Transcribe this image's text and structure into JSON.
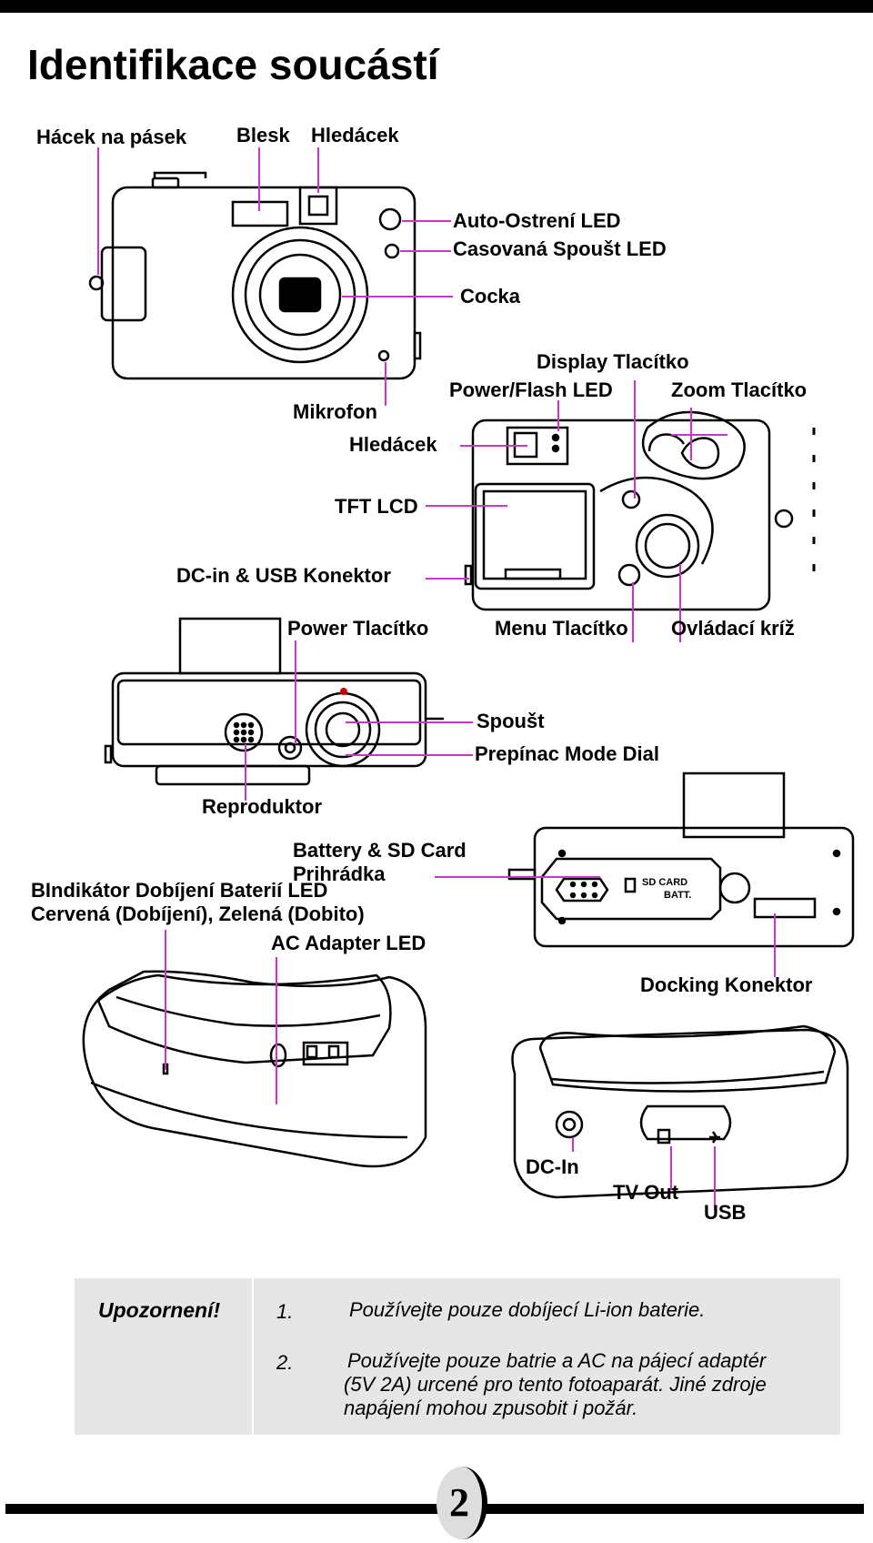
{
  "page": {
    "title": "Identifikace soucástí",
    "page_number": "2"
  },
  "labels": {
    "strap_hook": "Hácek na pásek",
    "flash": "Blesk",
    "viewfinder_front": "Hledácek",
    "af_led": "Auto-Ostrení LED",
    "timer_led": "Casovaná Spoušt LED",
    "lens": "Cocka",
    "display_button": "Display Tlacítko",
    "power_flash_led": "Power/Flash LED",
    "zoom_button": "Zoom Tlacítko",
    "microphone": "Mikrofon",
    "viewfinder_back": "Hledácek",
    "tft_lcd": "TFT LCD",
    "dc_usb_connector": "DC-in & USB Konektor",
    "power_button": "Power Tlacítko",
    "menu_button": "Menu Tlacítko",
    "control_cross": "Ovládací kríž",
    "shutter": "Spoušt",
    "mode_dial": "Prepínac Mode Dial",
    "speaker": "Reproduktor",
    "battery_sd_line1": "Battery & SD Card",
    "battery_sd_line2": "Prihrádka",
    "charge_indicator_line1": "BIndikátor Dobíjení Baterií LED",
    "charge_indicator_line2": "Cervená (Dobíjení), Zelená (Dobito)",
    "ac_adapter_led": "AC Adapter LED",
    "docking_connector": "Docking Konektor",
    "dc_in": "DC-In",
    "tv_out": "TV-Out",
    "usb": "USB",
    "sd_card_marking": "SD CARD",
    "batt_marking": "BATT."
  },
  "warning": {
    "title": "Upozornení!",
    "items": [
      {
        "num": "1.",
        "text": "Používejte pouze dobíjecí Li-ion baterie."
      },
      {
        "num": "2.",
        "lines": [
          "Používejte pouze batrie a AC na pájecí adaptér",
          "(5V 2A) urcené pro tento fotoaparát. Jiné zdroje",
          "napájení mohou zpusobit i požár."
        ]
      }
    ]
  },
  "colors": {
    "leader_line": "#cc33cc",
    "note_background": "#e6e6e6"
  }
}
